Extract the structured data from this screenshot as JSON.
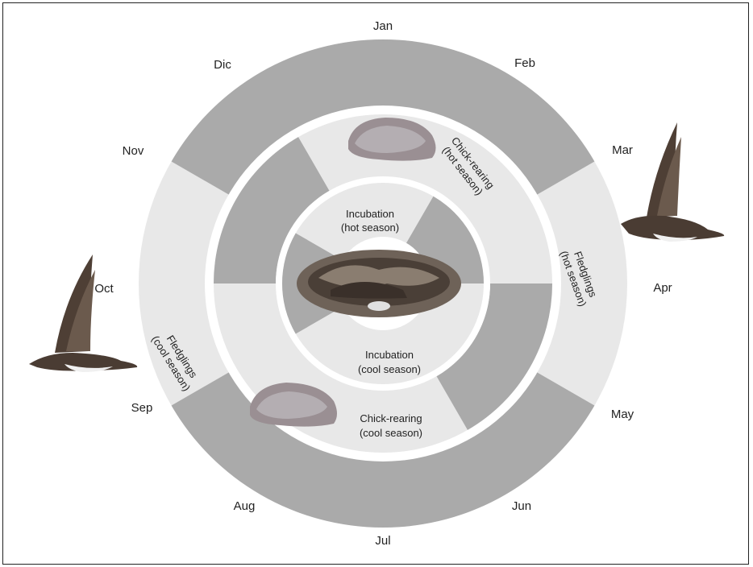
{
  "months": {
    "jan": "Jan",
    "feb": "Feb",
    "mar": "Mar",
    "apr": "Apr",
    "may": "May",
    "jun": "Jun",
    "jul": "Jul",
    "aug": "Aug",
    "sep": "Sep",
    "oct": "Oct",
    "nov": "Nov",
    "dic": "Dic"
  },
  "phases": {
    "chick_hot_1": "Chick-rearing",
    "chick_hot_2": "(hot season)",
    "fledge_hot_1": "Fledglings",
    "fledge_hot_2": "(hot season)",
    "incub_hot_1": "Incubation",
    "incub_hot_2": "(hot season)",
    "incub_cool_1": "Incubation",
    "incub_cool_2": "(cool season)",
    "chick_cool_1": "Chick-rearing",
    "chick_cool_2": "(cool season)",
    "fledge_cool_1": "Fledglings",
    "fledge_cool_2": "(cool season)"
  },
  "colors": {
    "dark": "#aaaaaa",
    "light": "#e8e8e8",
    "gap": "#ffffff"
  }
}
